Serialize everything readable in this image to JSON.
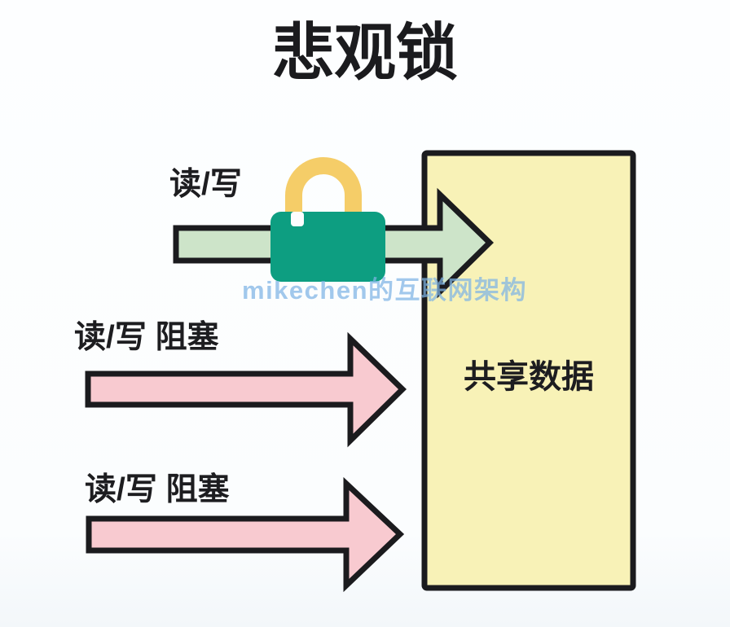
{
  "title": "悲观锁",
  "labels": {
    "read_write": "读/写",
    "blocked_1": "读/写 阻塞",
    "blocked_2": "读/写 阻塞",
    "shared_data": "共享数据"
  },
  "watermark": "mikechen的互联网架构",
  "icons": {
    "lock": "padlock-icon"
  },
  "colors": {
    "outline": "#1b1b1e",
    "text": "#1d1d20",
    "background": "#fbfdfe",
    "box_fill": "#f8f2b7",
    "green_arrow_fill": "#cde4c9",
    "pink_arrow_fill": "#f8cad0",
    "lock_body": "#0d9e81",
    "lock_shackle": "#f5cd68",
    "lock_notch": "#fdfdfe",
    "watermark_blue": "#7fb5e6"
  }
}
